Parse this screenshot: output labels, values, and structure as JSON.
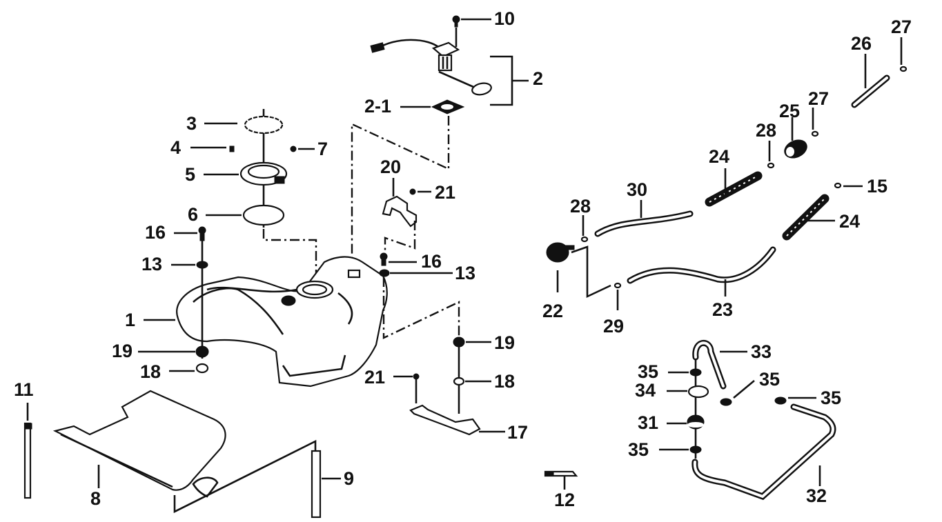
{
  "diagram": {
    "title": "Fuel tank assembly exploded parts diagram",
    "colors": {
      "line": "#111111",
      "background": "#ffffff"
    },
    "parts": [
      {
        "ref": "1",
        "name": "fuel-tank"
      },
      {
        "ref": "2",
        "name": "fuel-pump-sender-assembly"
      },
      {
        "ref": "2-1",
        "name": "pump-gasket"
      },
      {
        "ref": "3",
        "name": "lock-ring"
      },
      {
        "ref": "4",
        "name": "screw"
      },
      {
        "ref": "5",
        "name": "filler-neck-ring"
      },
      {
        "ref": "6",
        "name": "filler-gasket"
      },
      {
        "ref": "7",
        "name": "screw"
      },
      {
        "ref": "8",
        "name": "tank-tray"
      },
      {
        "ref": "9",
        "name": "pipe"
      },
      {
        "ref": "10",
        "name": "bolt"
      },
      {
        "ref": "11",
        "name": "cable-tie"
      },
      {
        "ref": "12",
        "name": "clip"
      },
      {
        "ref": "13",
        "name": "washer"
      },
      {
        "ref": "15",
        "name": "clip"
      },
      {
        "ref": "16",
        "name": "bolt"
      },
      {
        "ref": "17",
        "name": "mounting-bracket"
      },
      {
        "ref": "18",
        "name": "collar"
      },
      {
        "ref": "19",
        "name": "rubber-mount"
      },
      {
        "ref": "20",
        "name": "bracket"
      },
      {
        "ref": "21",
        "name": "bolt"
      },
      {
        "ref": "22",
        "name": "valve"
      },
      {
        "ref": "23",
        "name": "hose"
      },
      {
        "ref": "24",
        "name": "corrugated-hose"
      },
      {
        "ref": "25",
        "name": "filter"
      },
      {
        "ref": "26",
        "name": "hose"
      },
      {
        "ref": "27",
        "name": "clamp"
      },
      {
        "ref": "28",
        "name": "clamp"
      },
      {
        "ref": "29",
        "name": "clamp"
      },
      {
        "ref": "30",
        "name": "hose"
      },
      {
        "ref": "31",
        "name": "fuel-filter"
      },
      {
        "ref": "32",
        "name": "fuel-hose"
      },
      {
        "ref": "33",
        "name": "fuel-hose"
      },
      {
        "ref": "34",
        "name": "holder"
      },
      {
        "ref": "35",
        "name": "hose-clamp"
      }
    ],
    "callouts": {
      "c10": "10",
      "c2": "2",
      "c2_1": "2-1",
      "c3": "3",
      "c4": "4",
      "c7": "7",
      "c5": "5",
      "c6": "6",
      "c16a": "16",
      "c13a": "13",
      "c1": "1",
      "c19a": "19",
      "c18a": "18",
      "c20": "20",
      "c21a": "21",
      "c16b": "16",
      "c13b": "13",
      "c19b": "19",
      "c21b": "21",
      "c18b": "18",
      "c17": "17",
      "c11": "11",
      "c8": "8",
      "c9": "9",
      "c12": "12",
      "c26": "26",
      "c27a": "27",
      "c27b": "27",
      "c25": "25",
      "c28a": "28",
      "c24a": "24",
      "c15": "15",
      "c24b": "24",
      "c30": "30",
      "c28b": "28",
      "c22": "22",
      "c29": "29",
      "c23": "23",
      "c33": "33",
      "c35a": "35",
      "c34": "34",
      "c35b": "35",
      "c35c": "35",
      "c31": "31",
      "c35d": "35",
      "c32": "32"
    }
  }
}
